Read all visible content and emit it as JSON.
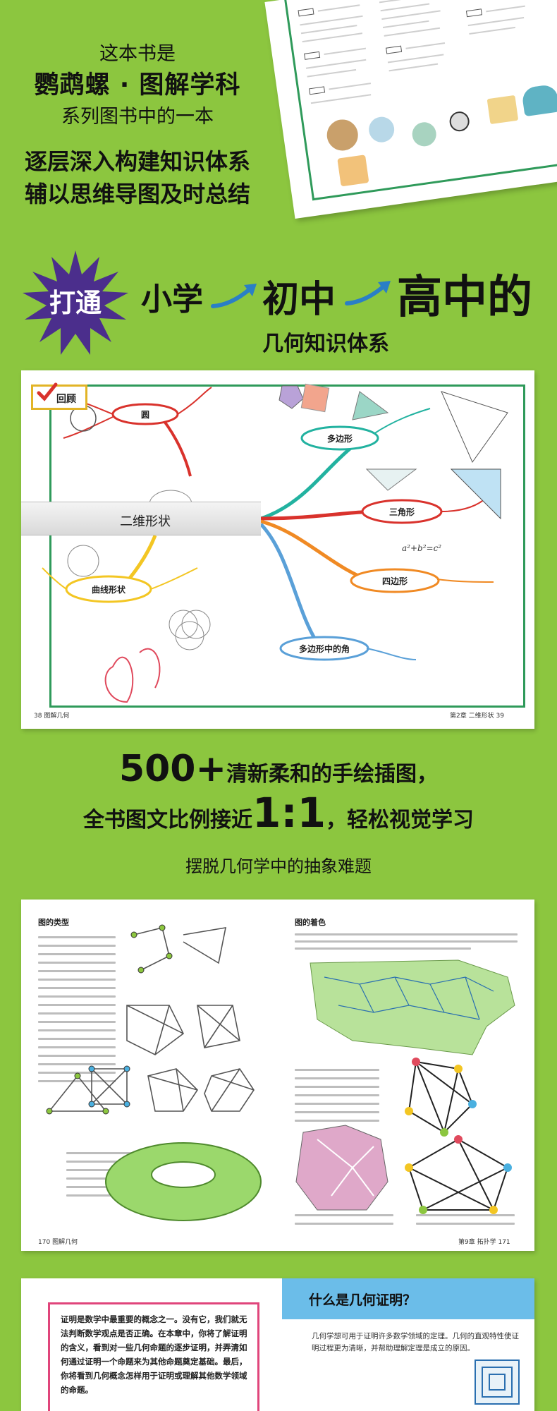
{
  "intro": {
    "line1": "这本书是",
    "line2": "鹦鹉螺 · 图解学科",
    "line3": "系列图书中的一本",
    "line4": "逐层深入构建知识体系",
    "line5": "辅以思维导图及时总结"
  },
  "banner": {
    "badge": "打通",
    "stage1": "小学",
    "stage2": "初中",
    "stage3": "高中的",
    "subtitle": "几何知识体系"
  },
  "mindmap": {
    "review_label": "回顾",
    "band_label": "二维形状",
    "nodes": {
      "circle": "圆",
      "polygon": "多边形",
      "triangle": "三角形",
      "quadrilateral": "四边形",
      "curve_shape": "曲线形状",
      "polygon_angles": "多边形中的角"
    },
    "footer_left": "图解几何",
    "footer_left_page": "38",
    "footer_right": "第2章 二维形状",
    "footer_right_page": "39"
  },
  "slogan": {
    "line1_big": "500+",
    "line1_rest": "清新柔和的手绘插图，",
    "line2_start": "全书图文比例接近",
    "line2_big": "1:1",
    "line2_end": "，轻松视觉学习",
    "line3": "摆脱几何学中的抽象难题"
  },
  "graph_spread": {
    "left_heading": "图的类型",
    "right_heading": "图的着色",
    "footer_left_page": "170",
    "footer_left_title": "图解几何",
    "footer_right_title": "第9章 拓扑学",
    "footer_right_page": "171"
  },
  "proof_spread": {
    "box_text": "证明是数学中最重要的概念之一。没有它，我们就无法判断数学观点是否正确。在本章中，你将了解证明的含义，看到对一些几何命题的逐步证明，并弄清如何通过证明一个命题来为其他命题奠定基础。最后，你将看到几何概念怎样用于证明或理解其他数学领域的命题。",
    "title": "什么是几何证明？",
    "body": "几何学想可用于证明许多数学领域的定理。几何的直观特性使证明过程更为清晰，并帮助理解定理是成立的原因。"
  },
  "colors": {
    "background": "#8cc63f",
    "burst": "#4b2e8c",
    "arrow": "#2a7fc6",
    "frame_green": "#2f9a5a",
    "proof_pink": "#e0457b",
    "proof_blue": "#6bbde9"
  }
}
